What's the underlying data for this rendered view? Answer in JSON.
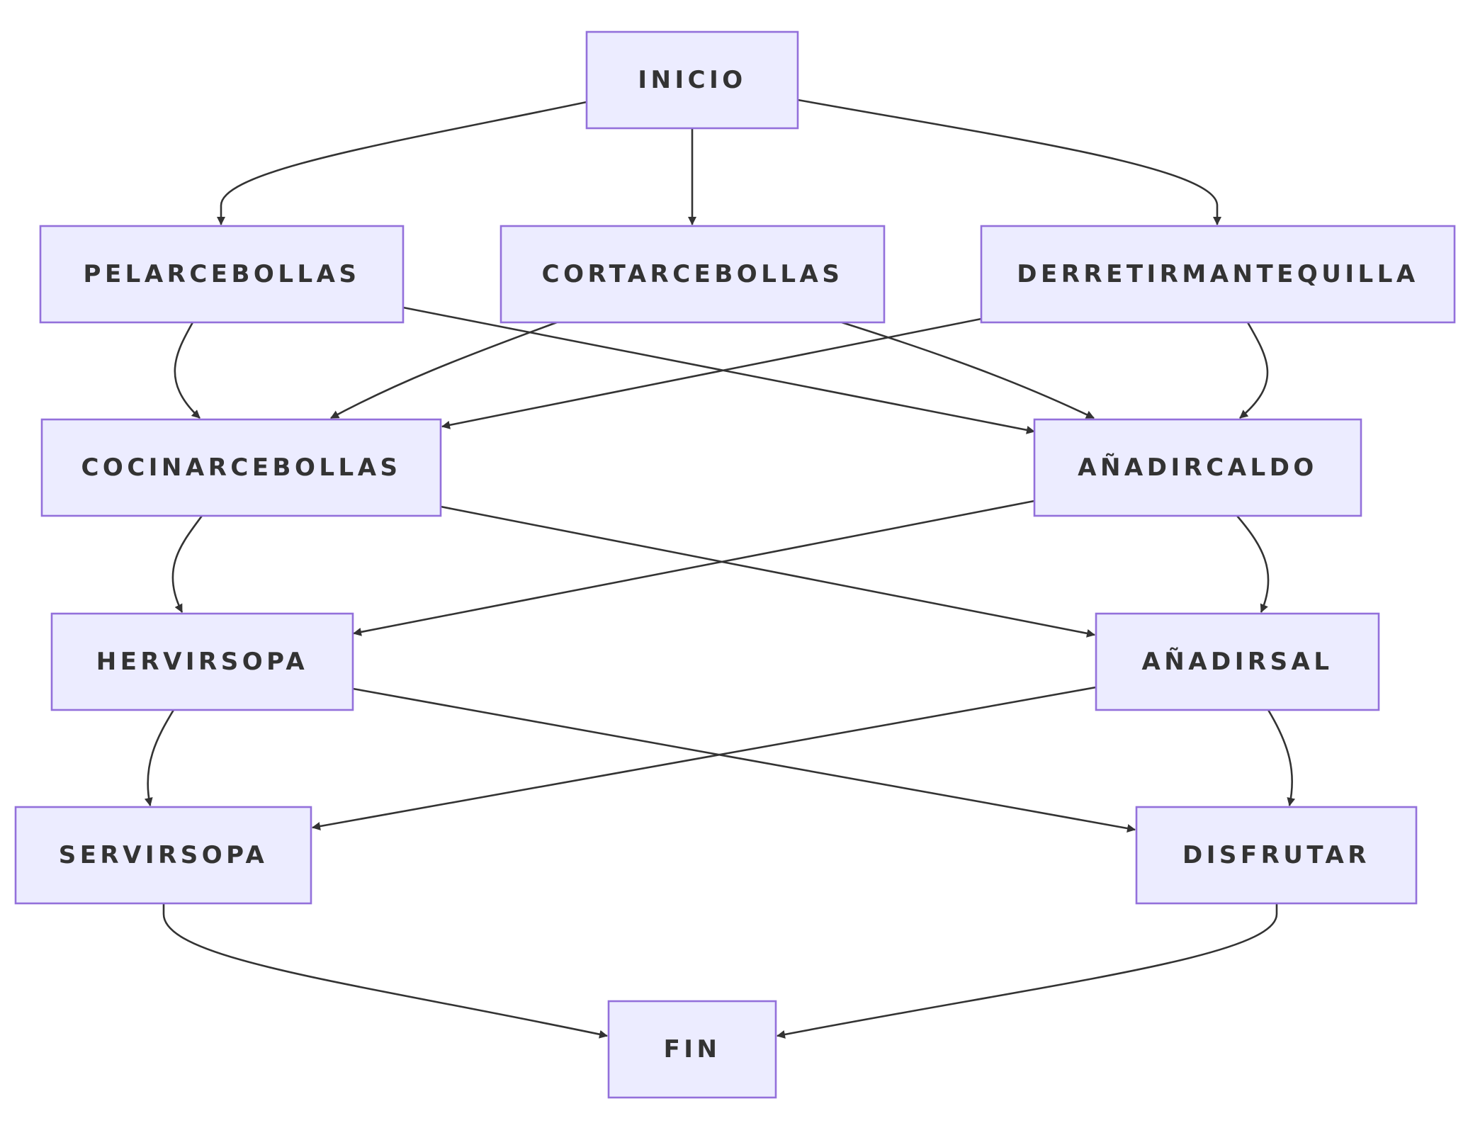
{
  "diagram": {
    "type": "flowchart",
    "colors": {
      "node_fill": "#ececff",
      "node_stroke": "#9370db",
      "edge": "#333333",
      "text": "#333333",
      "background": "#ffffff"
    },
    "nodes": [
      {
        "id": "inicio",
        "label": "INICIO"
      },
      {
        "id": "pelar",
        "label": "PELARCEBOLLAS"
      },
      {
        "id": "cortar",
        "label": "CORTARCEBOLLAS"
      },
      {
        "id": "derretir",
        "label": "DERRETIRMANTEQUILLA"
      },
      {
        "id": "cocinar",
        "label": "COCINARCEBOLLAS"
      },
      {
        "id": "caldo",
        "label": "AÑADIRCALDO"
      },
      {
        "id": "hervir",
        "label": "HERVIRSOPA"
      },
      {
        "id": "sal",
        "label": "AÑADIRSAL"
      },
      {
        "id": "servir",
        "label": "SERVIRSOPA"
      },
      {
        "id": "disfrutar",
        "label": "DISFRUTAR"
      },
      {
        "id": "fin",
        "label": "FIN"
      }
    ],
    "edges": [
      {
        "from": "inicio",
        "to": "pelar"
      },
      {
        "from": "inicio",
        "to": "cortar"
      },
      {
        "from": "inicio",
        "to": "derretir"
      },
      {
        "from": "pelar",
        "to": "cocinar"
      },
      {
        "from": "pelar",
        "to": "caldo"
      },
      {
        "from": "cortar",
        "to": "cocinar"
      },
      {
        "from": "cortar",
        "to": "caldo"
      },
      {
        "from": "derretir",
        "to": "cocinar"
      },
      {
        "from": "derretir",
        "to": "caldo"
      },
      {
        "from": "cocinar",
        "to": "hervir"
      },
      {
        "from": "cocinar",
        "to": "sal"
      },
      {
        "from": "caldo",
        "to": "hervir"
      },
      {
        "from": "caldo",
        "to": "sal"
      },
      {
        "from": "hervir",
        "to": "servir"
      },
      {
        "from": "hervir",
        "to": "disfrutar"
      },
      {
        "from": "sal",
        "to": "servir"
      },
      {
        "from": "sal",
        "to": "disfrutar"
      },
      {
        "from": "servir",
        "to": "fin"
      },
      {
        "from": "disfrutar",
        "to": "fin"
      }
    ]
  }
}
